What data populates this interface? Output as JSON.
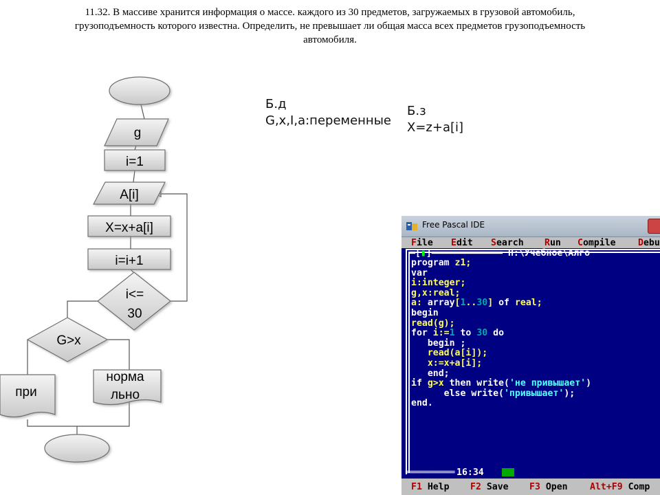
{
  "task": {
    "line1": "11.32. В массиве хранится информация о массе. каждого из 30 предметов, загружаемых в грузовой автомобиль,",
    "line2": "грузоподъемность которого известна. Определить, не превышает ли общая масса всех предметов грузоподъемность",
    "line3": "автомобиля."
  },
  "flowchart": {
    "input_g": "g",
    "init": "i=1",
    "input_a": "A[i]",
    "accumulate": "X=x+a[i]",
    "increment": "i=i+1",
    "loop_cond_1": "i<=",
    "loop_cond_2": "30",
    "compare": "G>x",
    "left_out": "при",
    "right_out_1": "норма",
    "right_out_2": "льно"
  },
  "notes": {
    "bd_title": "Б.д",
    "bd_vars": "G,x,I,a:переменные",
    "bz_title": "Б.з",
    "bz_formula": "X=z+a[i]"
  },
  "ide": {
    "title": "Free Pascal IDE",
    "menu": [
      {
        "hot": "F",
        "rest": "ile"
      },
      {
        "hot": "E",
        "rest": "dit"
      },
      {
        "hot": "S",
        "rest": "earch"
      },
      {
        "hot": "R",
        "rest": "un"
      },
      {
        "hot": "C",
        "rest": "ompile"
      },
      {
        "hot": "D",
        "rest": "ebu"
      }
    ],
    "frame_left": "═[",
    "frame_marker": "▮",
    "frame_right": "]═════════════",
    "frame_path": "H:\\Учебное\\Алго",
    "code": {
      "l1a": "program",
      "l1b": " z1;",
      "l2": "var",
      "l3": "i:integer;",
      "l4": "g,x:real;",
      "l5a": "a: ",
      "l5b": "array",
      "l5c": "[",
      "l5d": "1",
      "l5e": "..",
      "l5f": "30",
      "l5g": "] ",
      "l5h": "of",
      "l5i": " real;",
      "l6": "begin",
      "l7": "read(g);",
      "l8a": "for",
      "l8b": " i:=",
      "l8c": "1",
      "l8d": " to ",
      "l8e": "30",
      "l8f": " do",
      "l9": "   begin ;",
      "l10": "   read(a[i]);",
      "l11": "   x:=x+a[i];",
      "l12": "   end;",
      "l13a": "if",
      "l13b": " g>x ",
      "l13c": "then",
      "l13d": " write(",
      "l13e": "'не привышает'",
      "l13f": ")",
      "l14a": "      ",
      "l14b": "else",
      "l14c": " write(",
      "l14d": "'привышает'",
      "l14e": ");",
      "l15": "end."
    },
    "status_left": "═════════",
    "status_time": "16:34",
    "hotkeys": [
      {
        "hot": "F1",
        "rest": " Help"
      },
      {
        "hot": "F2",
        "rest": " Save"
      },
      {
        "hot": "F3",
        "rest": " Open"
      },
      {
        "hot": "Alt+F9",
        "rest": " Comp"
      }
    ]
  }
}
